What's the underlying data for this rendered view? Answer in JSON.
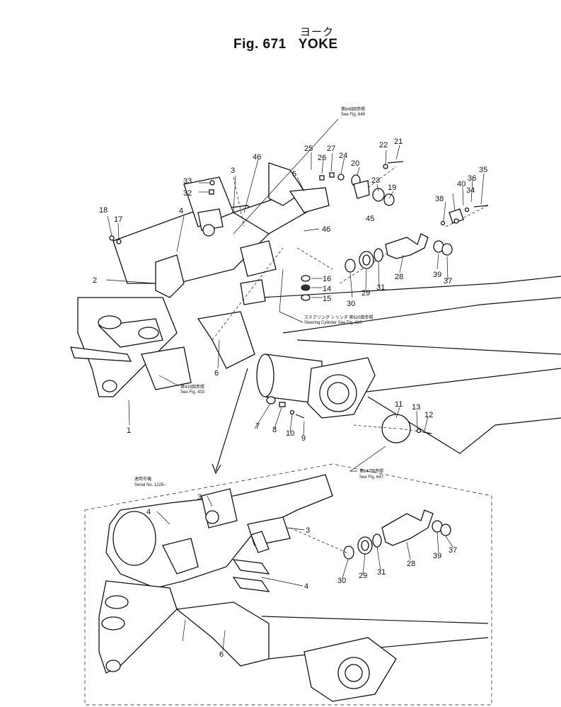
{
  "title": {
    "japanese": "ヨーク",
    "figure": "Fig. 671   YOKE"
  },
  "notes": {
    "see_fig_648_jp": "第648図参照",
    "see_fig_648": "See Fig. 648",
    "steering_cyl_jp": "ステアリング シリンダ 第620図参照",
    "steering_cyl": "Steering Cylinder See Fig. 620",
    "see_fig_433_jp": "第433図参照",
    "see_fig_433": "See Fig. 433",
    "see_fig_647_jp": "第647図参照",
    "see_fig_647": "See Fig. 647",
    "serial_jp": "適用号機",
    "serial": "Serial No. 1225~"
  },
  "callouts": {
    "c1": "1",
    "c2": "2",
    "c3a": "3",
    "c3b": "3",
    "c3c": "3",
    "c4a": "4",
    "c4b": "4",
    "c4c": "4",
    "c5": "5",
    "c6a": "6",
    "c6b": "6",
    "c7": "7",
    "c8": "8",
    "c9": "9",
    "c10": "10",
    "c11": "11",
    "c12": "12",
    "c13": "13",
    "c14": "14",
    "c15": "15",
    "c16": "16",
    "c17": "17",
    "c18": "18",
    "c19": "19",
    "c20": "20",
    "c21": "21",
    "c22": "22",
    "c23": "23",
    "c24": "24",
    "c25": "25",
    "c26": "26",
    "c27": "27",
    "c28a": "28",
    "c28b": "28",
    "c29a": "29",
    "c29b": "29",
    "c30a": "30",
    "c30b": "30",
    "c31a": "31",
    "c31b": "31",
    "c32": "32",
    "c33": "33",
    "c34": "34",
    "c35": "35",
    "c36": "36",
    "c37a": "37",
    "c37b": "37",
    "c38": "38",
    "c39a": "39",
    "c39b": "39",
    "c40": "40",
    "c45": "45",
    "c46a": "46",
    "c46b": "46"
  }
}
